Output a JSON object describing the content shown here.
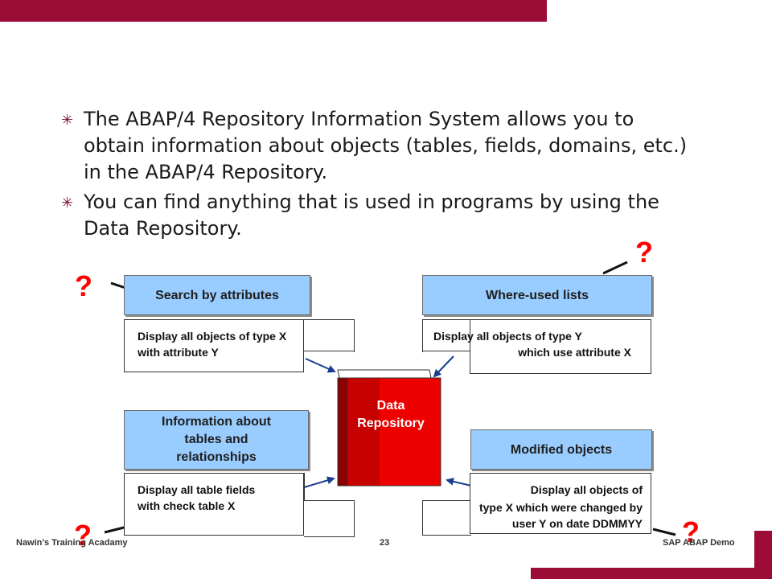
{
  "bullets": [
    "The ABAP/4 Repository Information System allows you to obtain information about objects (tables, fields, domains, etc.) in the ABAP/4 Repository.",
    "You can find anything that is used in programs by using the Data Repository."
  ],
  "repository": {
    "line1": "Data",
    "line2": "Repository"
  },
  "quadrants": {
    "search": {
      "title": "Search by attributes",
      "desc_lines": [
        "Display all objects of type X",
        "with attribute Y"
      ]
    },
    "where_used": {
      "title": "Where-used lists",
      "desc_lines": [
        "Display all objects of type Y",
        "which use attribute X"
      ]
    },
    "information": {
      "title_lines": [
        "Information about",
        "tables and",
        "relationships"
      ],
      "desc_lines": [
        "Display all table fields",
        "with check table X"
      ]
    },
    "modified": {
      "title": "Modified objects",
      "desc_lines": [
        "Display all objects of",
        "type X which were changed by",
        "user Y on date DDMMYY"
      ]
    }
  },
  "question_mark": "?",
  "footer": {
    "left": "Nawin's Training Acadamy",
    "page": "23",
    "right": "SAP ABAP Demo"
  },
  "colors": {
    "brand_bar": "#9b0d36",
    "header_fill": "#99ccff",
    "book_red": "#ff0000",
    "book_dark": "#8b0000",
    "question": "#ff0000"
  }
}
